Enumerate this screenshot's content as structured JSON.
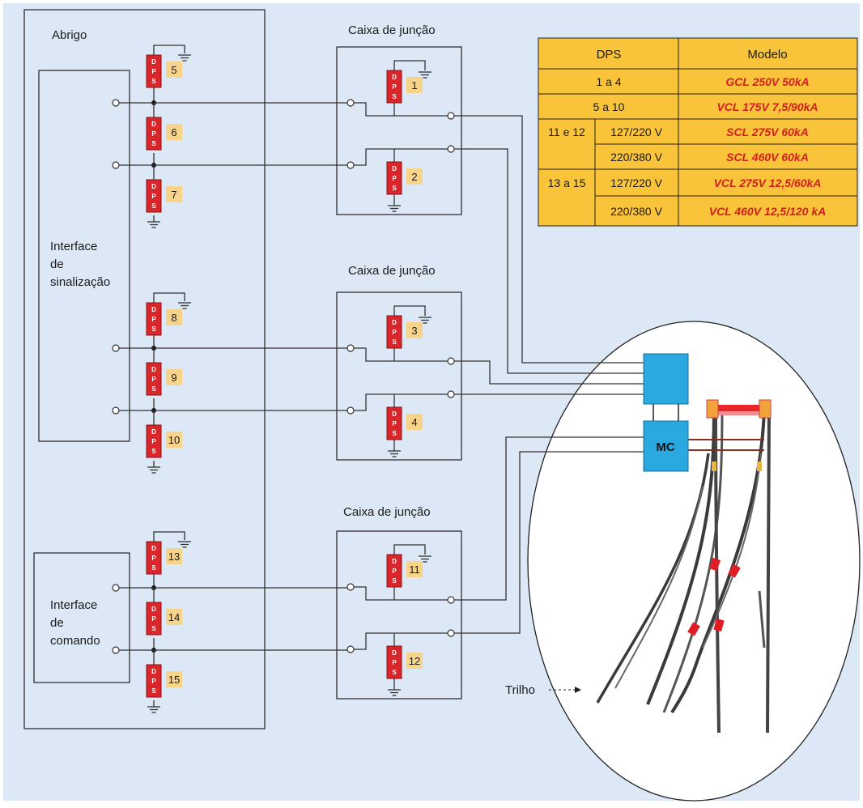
{
  "labels": {
    "abrigo": "Abrigo",
    "caixa": "Caixa de junção",
    "interface_sinal": [
      "Interface",
      "de",
      "sinalização"
    ],
    "interface_comando": [
      "Interface",
      "de",
      "comando"
    ],
    "mc": "MC",
    "trilho": "Trilho"
  },
  "dps_letters": [
    "D",
    "P",
    "S"
  ],
  "dps_numbers": [
    "1",
    "2",
    "3",
    "4",
    "5",
    "6",
    "7",
    "8",
    "9",
    "10",
    "11",
    "12",
    "13",
    "14",
    "15"
  ],
  "table": {
    "header": [
      "DPS",
      "Modelo"
    ],
    "rows": [
      {
        "group": "",
        "sub": "1 a 4",
        "model": "GCL 250V 50kA"
      },
      {
        "group": "",
        "sub": "5 a 10",
        "model": "VCL 175V 7,5/90kA"
      },
      {
        "group": "11 e 12",
        "sub": "127/220  V",
        "model": "SCL 275V 60kA"
      },
      {
        "group": "",
        "sub": "220/380  V",
        "model": "SCL 460V 60kA"
      },
      {
        "group": "13 a 15",
        "sub": "127/220  V",
        "model": "VCL 275V 12,5/60kA"
      },
      {
        "group": "",
        "sub": "220/380  V",
        "model": "VCL 460V 12,5/120  kA"
      }
    ]
  },
  "colors": {
    "background": "#dce8f5",
    "dps_red": "#d9262a",
    "label_bg": "#f8d38a",
    "table_bg": "#f9c33a",
    "model_text": "#d21f1f",
    "box_blue": "#2aa9e0"
  }
}
